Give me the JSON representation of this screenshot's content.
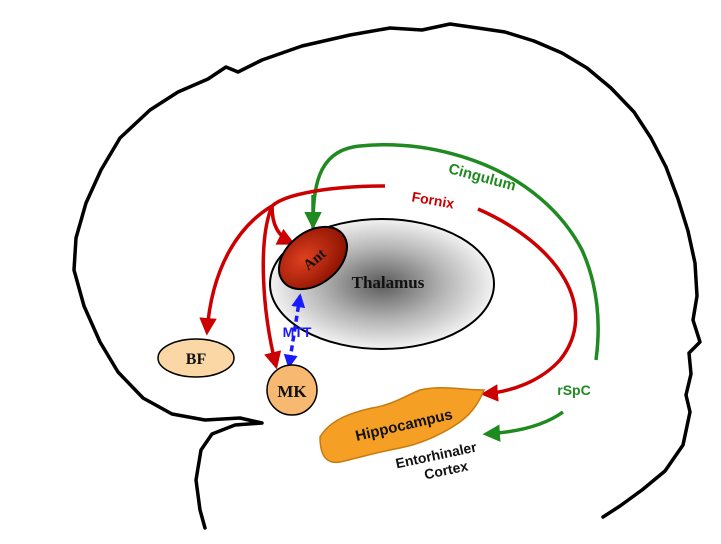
{
  "labels": {
    "thalamus": "Thalamus",
    "anterior": "Ant",
    "cingulum": "Cingulum",
    "fornix": "Fornix",
    "basal_forebrain": "BF",
    "mammillary": "MK",
    "mtt": "MTT",
    "hippocampus": "Hippocampus",
    "rspc": "rSpC",
    "entorhinal_line1": "Entorhinaler",
    "entorhinal_line2": "Cortex"
  },
  "colors": {
    "outline": "#000000",
    "fornix": "#cc0000",
    "cingulum": "#1f8a1f",
    "mtt": "#1a1aff",
    "anterior_fill": "#b01800",
    "node_fill": "#fbd7a6",
    "mk_fill": "#f7b872",
    "hippocampus_fill": "#f5a024"
  }
}
